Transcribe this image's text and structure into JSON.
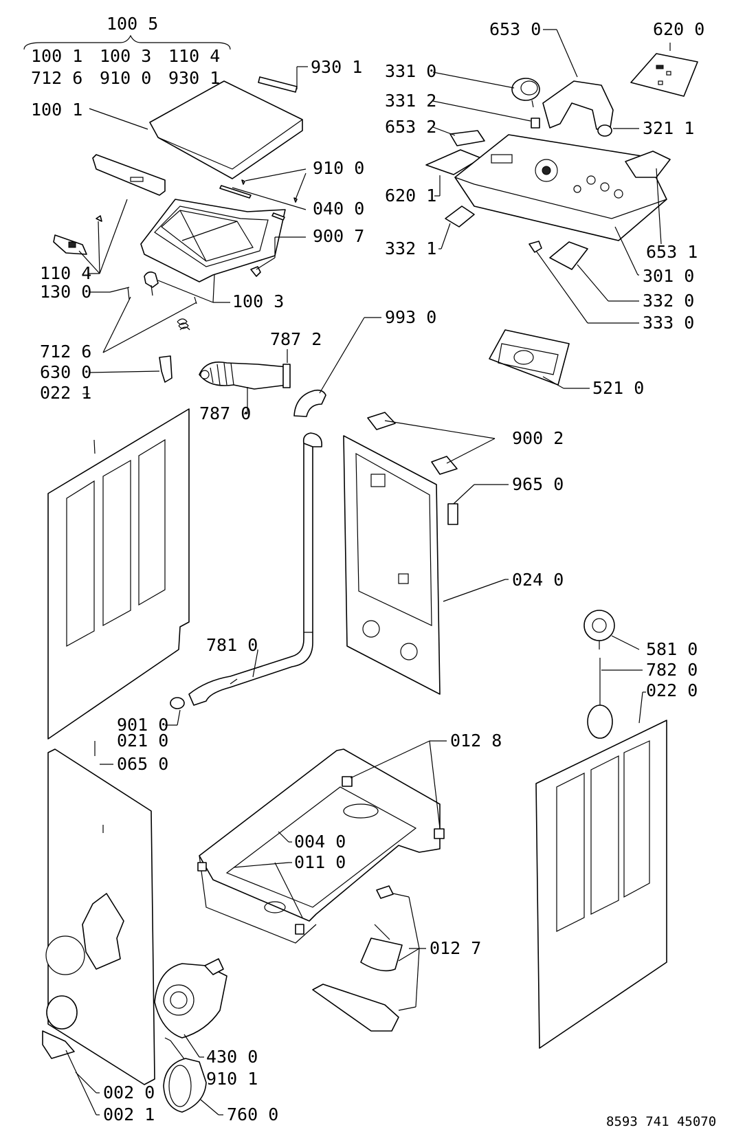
{
  "title_group": {
    "header": "100 5",
    "row1": [
      "100 1",
      "100 3",
      "110 4"
    ],
    "row2": [
      "712 6",
      "910 0",
      "930 1"
    ]
  },
  "labels": {
    "l9301": "930 1",
    "l1001": "100 1",
    "l9100": "910 0",
    "l0400": "040 0",
    "l9007": "900 7",
    "l1104": "110 4",
    "l1300": "130 0",
    "l1003": "100 3",
    "l7126": "712 6",
    "l6300": "630 0",
    "l0221": "022 1",
    "l7872": "787 2",
    "l7870": "787 0",
    "l9930": "993 0",
    "l6530": "653 0",
    "l6200": "620 0",
    "l3310": "331 0",
    "l3312": "331 2",
    "l6532": "653 2",
    "l3211": "321 1",
    "l6201": "620 1",
    "l3321": "332 1",
    "l6531": "653 1",
    "l3010": "301 0",
    "l3320": "332 0",
    "l3330": "333 0",
    "l5210": "521 0",
    "l9002": "900 2",
    "l9650": "965 0",
    "l0240": "024 0",
    "l7810": "781 0",
    "l5810": "581 0",
    "l7820": "782 0",
    "l0220": "022 0",
    "l9010": "901 0",
    "l0210": "021 0",
    "l0650": "065 0",
    "l0128": "012 8",
    "l0040": "004 0",
    "l0110": "011 0",
    "l0127": "012 7",
    "l4300": "430 0",
    "l9101": "910 1",
    "l0020": "002 0",
    "l0021": "002 1",
    "l7600": "760 0"
  },
  "footer": {
    "doc_number": "8593 741 45070"
  }
}
